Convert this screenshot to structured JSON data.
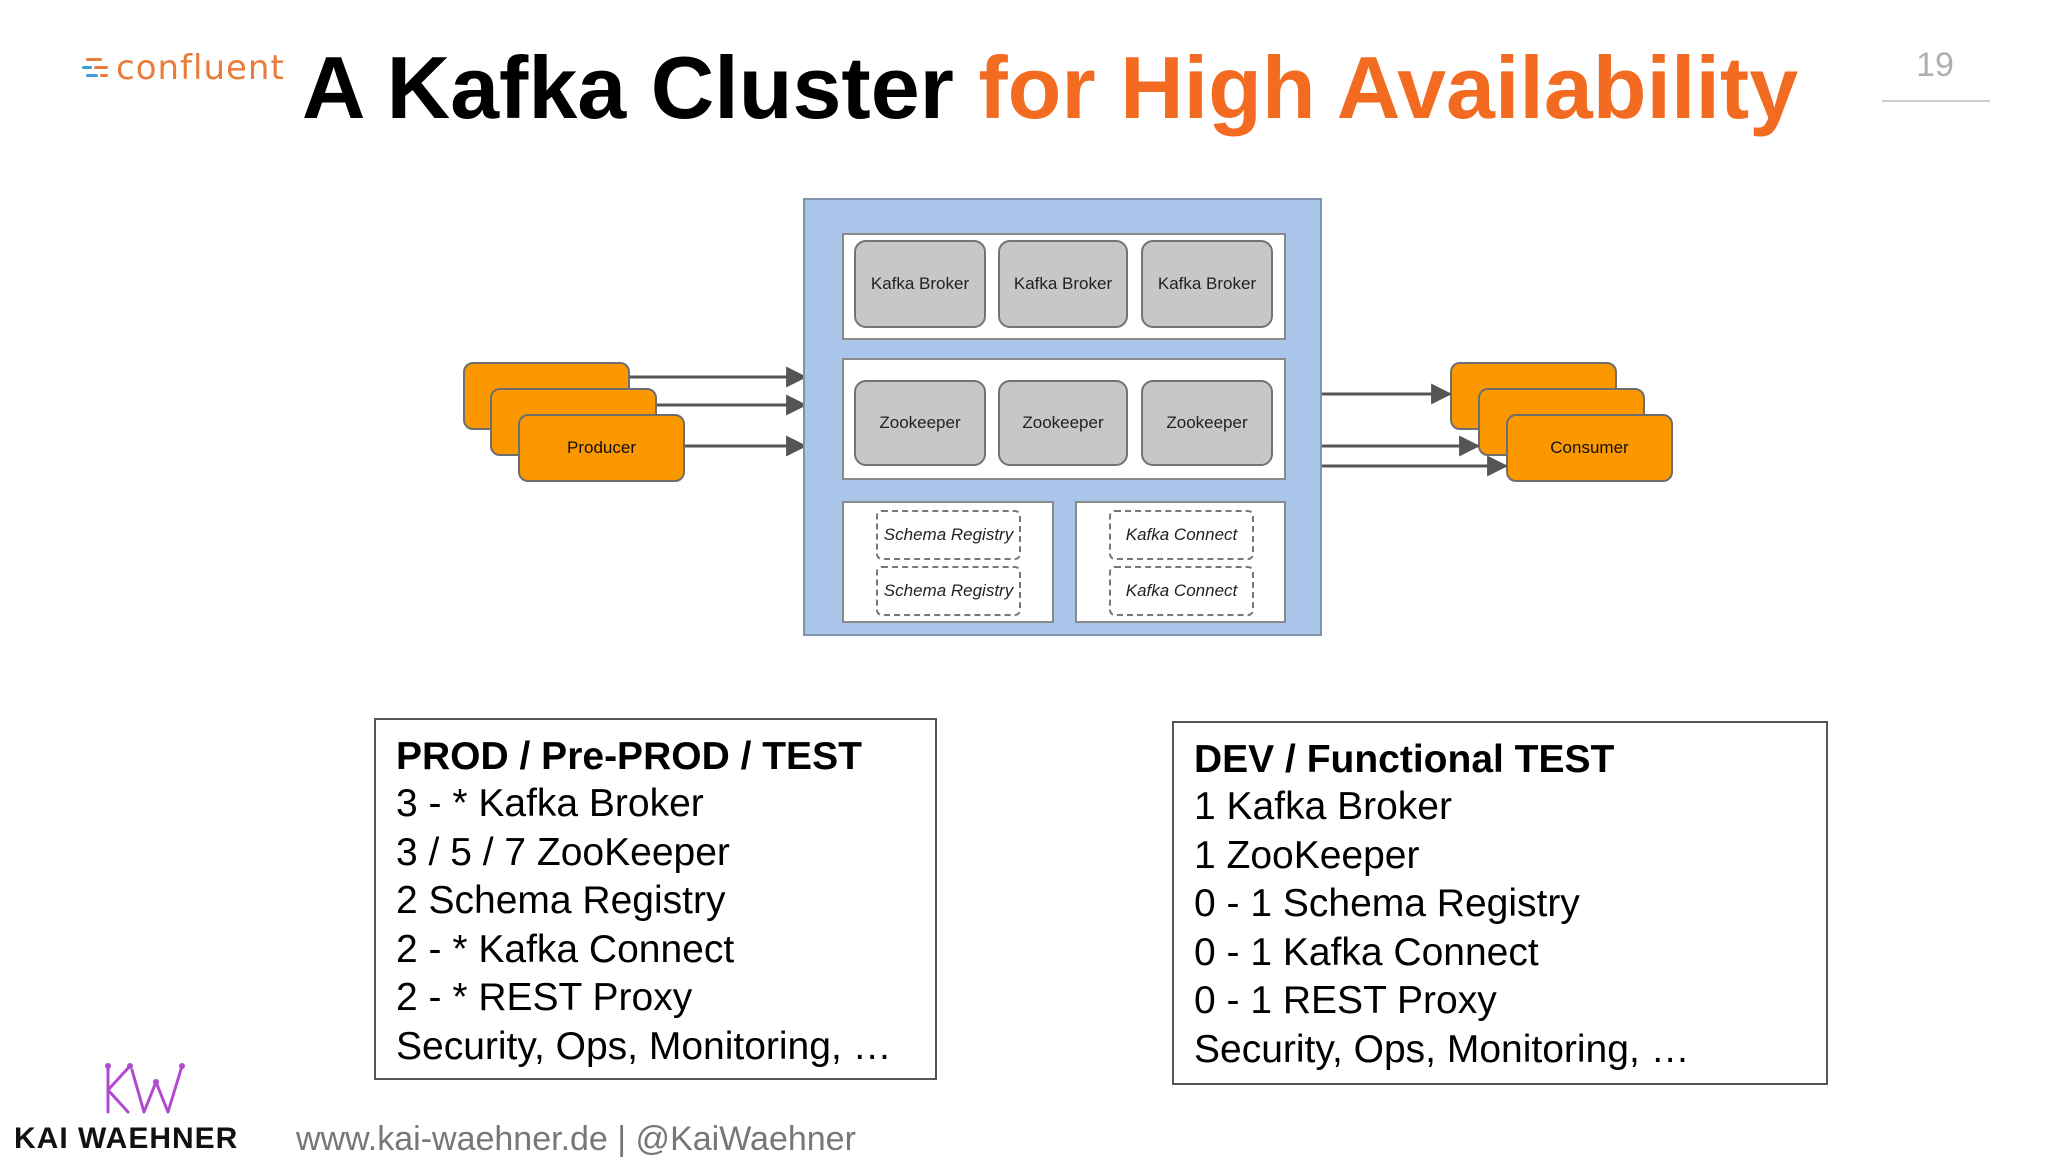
{
  "header": {
    "logo_text": "confluent",
    "title_main": "A Kafka Cluster",
    "title_accent": "for High Availability",
    "page_number": "19"
  },
  "colors": {
    "accent": "#f36b21",
    "cluster_bg": "#a9c6ea",
    "node_gray": "#c7c7c7",
    "client_orange": "#fb9800"
  },
  "diagram": {
    "brokers": [
      "Kafka Broker",
      "Kafka Broker",
      "Kafka Broker"
    ],
    "zookeepers": [
      "Zookeeper",
      "Zookeeper",
      "Zookeeper"
    ],
    "schema_registries": [
      "Schema Registry",
      "Schema Registry"
    ],
    "kafka_connects": [
      "Kafka Connect",
      "Kafka Connect"
    ],
    "producer_label": "Producer",
    "consumer_label": "Consumer"
  },
  "prod_box": {
    "heading": "PROD / Pre-PROD / TEST",
    "lines": [
      "3 - * Kafka Broker",
      "3 / 5 / 7 ZooKeeper",
      "2 Schema Registry",
      "2 - * Kafka Connect",
      "2 - * REST Proxy",
      "Security, Ops, Monitoring, …"
    ]
  },
  "dev_box": {
    "heading": "DEV / Functional TEST",
    "lines": [
      "1 Kafka Broker",
      "1 ZooKeeper",
      "0 - 1 Schema Registry",
      "0 - 1 Kafka Connect",
      "0 - 1 REST Proxy",
      "Security, Ops, Monitoring, …"
    ]
  },
  "footer": {
    "author": "KAI WAEHNER",
    "site": "www.kai-waehner.de | @KaiWaehner"
  }
}
